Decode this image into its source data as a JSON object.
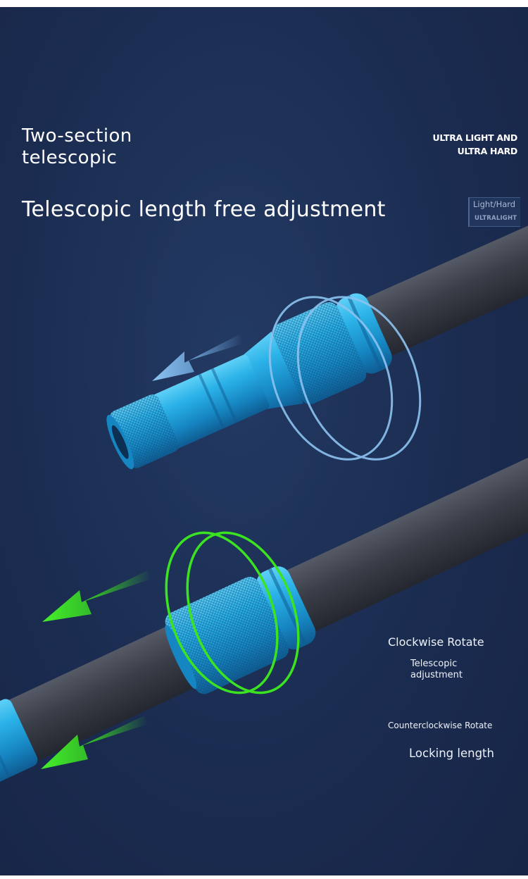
{
  "heading": {
    "section_title": "Two-section\ntelescopic",
    "feature_title": "Telescopic length free adjustment"
  },
  "badge": {
    "text": "ULTRA LIGHT AND\nULTRA HARD"
  },
  "logo": {
    "line1": "Light/Hard",
    "line2": "ULTRALIGHT"
  },
  "callouts": {
    "clockwise": "Clockwise Rotate",
    "clockwise_effect": "Telescopic\nadjustment",
    "counterclockwise": "Counterclockwise Rotate",
    "counterclockwise_effect": "Locking length"
  },
  "colors": {
    "background": "#1b2c51",
    "metal_blue": "#1fa3dc",
    "rod_dark": "#3a3e48",
    "arrow_blue": "#7cb9ef",
    "arrow_green": "#39e21f"
  }
}
